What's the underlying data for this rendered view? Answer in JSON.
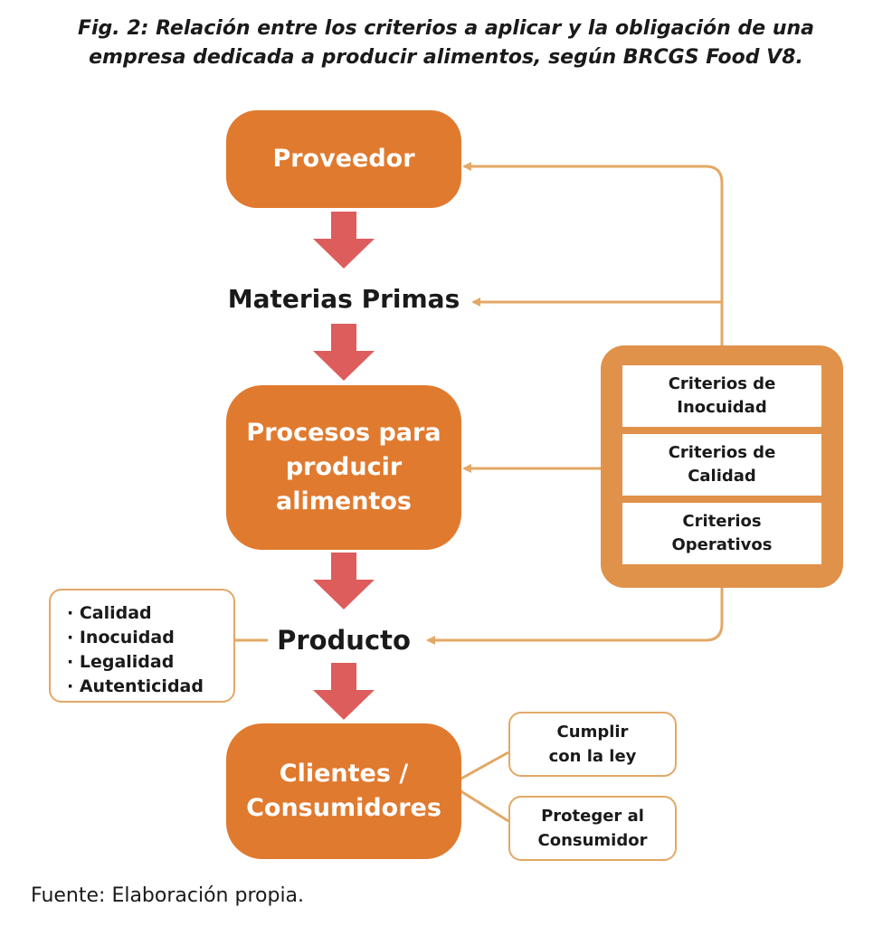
{
  "caption": {
    "line1": "Fig. 2: Relación entre los criterios a aplicar y la obligación de una",
    "line2": "empresa dedicada a producir alimentos, según BRCGS Food V8."
  },
  "nodes": {
    "proveedor": "Proveedor",
    "materias_primas": "Materias Primas",
    "procesos": [
      "Procesos para",
      "producir",
      "alimentos"
    ],
    "producto": "Producto",
    "clientes": [
      "Clientes /",
      "Consumidores"
    ]
  },
  "criteria": [
    [
      "Criterios de",
      "Inocuidad"
    ],
    [
      "Criterios de",
      "Calidad"
    ],
    [
      "Criterios",
      "Operativos"
    ]
  ],
  "product_attributes": [
    "Calidad",
    "Inocuidad",
    "Legalidad",
    "Autenticidad"
  ],
  "obligations": [
    [
      "Cumplir",
      "con la ley"
    ],
    [
      "Proteger al",
      "Consumidor"
    ]
  ],
  "source": "Fuente: Elaboración propia.",
  "colors": {
    "box_orange": "#e07a2f",
    "panel_orange": "#e0924a",
    "connector": "#e3a866",
    "flow_arrow": "#dd5d5d"
  }
}
